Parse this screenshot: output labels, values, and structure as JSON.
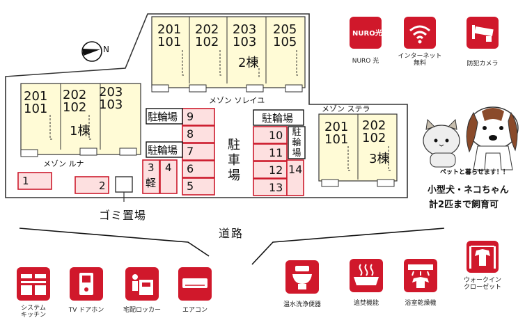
{
  "buildings": {
    "b1": {
      "name": "メゾン ルナ",
      "label": "1棟",
      "rooms": [
        {
          "top": "201",
          "bottom": "101"
        },
        {
          "top": "202",
          "bottom": "102"
        },
        {
          "top": "203",
          "bottom": "103"
        }
      ]
    },
    "b2": {
      "name": "メゾン ソレイユ",
      "label": "2棟",
      "rooms": [
        {
          "top": "201",
          "bottom": "101"
        },
        {
          "top": "202",
          "bottom": "102"
        },
        {
          "top": "203",
          "bottom": "103"
        },
        {
          "top": "205",
          "bottom": "105"
        }
      ]
    },
    "b3": {
      "name": "メゾン ステラ",
      "label": "3棟",
      "rooms": [
        {
          "top": "201",
          "bottom": "101"
        },
        {
          "top": "202",
          "bottom": "102"
        }
      ]
    }
  },
  "parking": {
    "label_chars": [
      "駐",
      "車",
      "場"
    ],
    "spots_left": [
      "9",
      "8",
      "7",
      "6",
      "5"
    ],
    "spots_right": [
      "10",
      "11",
      "12",
      "13"
    ],
    "spot_14": "14",
    "spot_1": "1",
    "spot_2": "2",
    "spot_3": "3",
    "spot_3_sub": "軽",
    "spot_4": "4"
  },
  "bike": {
    "label": "駐輪場",
    "vertical_chars": [
      "駐",
      "輪",
      "場"
    ]
  },
  "garbage": "ゴミ置場",
  "road": "道路",
  "pets": {
    "caption": "ペットと暮らせます！！",
    "line1": "小型犬・ネコちゃん",
    "line2": "計2匹まで飼育可"
  },
  "amenities_top": [
    {
      "icon": "nuro-icon",
      "badge": "NURO光",
      "label": "NURO 光"
    },
    {
      "icon": "wifi-icon",
      "label": "インターネット\n無料"
    },
    {
      "icon": "security-camera-icon",
      "label": "防犯カメラ"
    }
  ],
  "amenities_bottom": [
    {
      "icon": "kitchen-icon",
      "label": "システム\nキッチン"
    },
    {
      "icon": "tv-intercom-icon",
      "label": "TV ドアホン"
    },
    {
      "icon": "delivery-locker-icon",
      "label": "宅配ロッカー"
    },
    {
      "icon": "air-conditioner-icon",
      "label": "エアコン"
    },
    {
      "icon": "washlet-icon",
      "label": "温水洗浄便器"
    },
    {
      "icon": "reheat-bath-icon",
      "label": "追焚機能"
    },
    {
      "icon": "bath-dryer-icon",
      "label": "浴室乾燥機"
    },
    {
      "icon": "walk-in-closet-icon",
      "label": "ウォークイン\nクローゼット"
    }
  ],
  "compass": {
    "letter": "N"
  },
  "colors": {
    "accent": "#d0182b",
    "unit_fill": "#fffbd6",
    "parking_fill": "#fde0e0"
  }
}
